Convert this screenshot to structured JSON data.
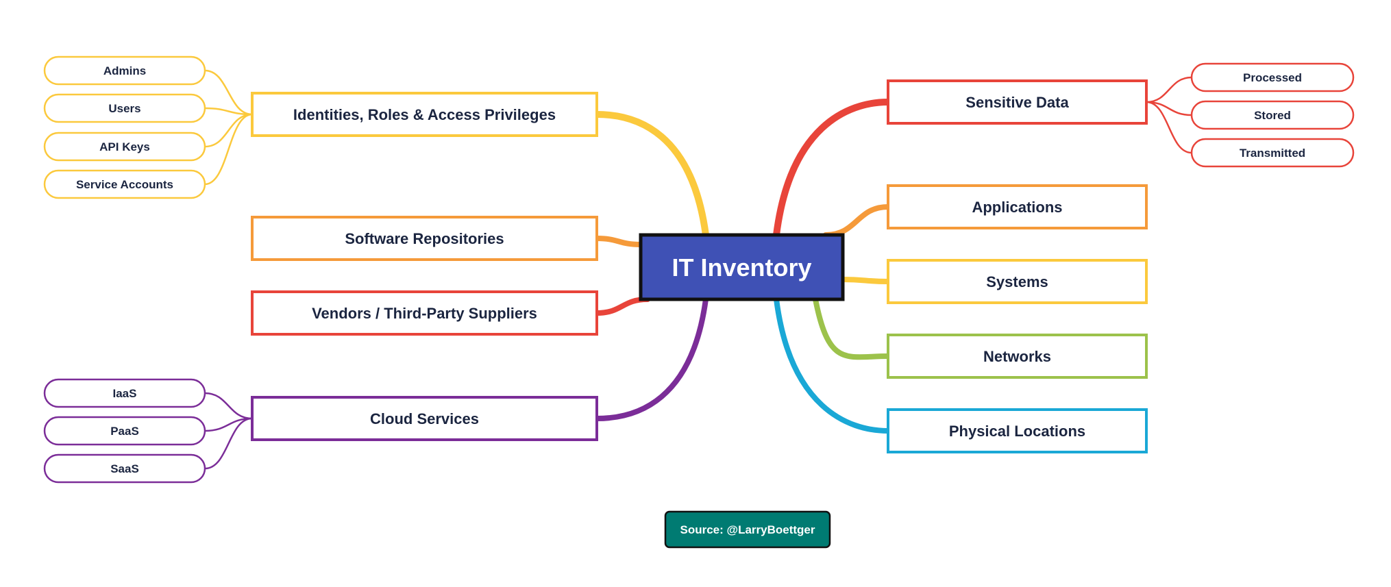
{
  "center": {
    "label": "IT Inventory",
    "fill": "#3f51b5"
  },
  "branches": [
    {
      "key": "identities",
      "label": "Identities, Roles & Access Privileges",
      "color": "#fbc93d",
      "children": [
        "Admins",
        "Users",
        "API Keys",
        "Service Accounts"
      ]
    },
    {
      "key": "software-repositories",
      "label": "Software Repositories",
      "color": "#f59a3a",
      "children": []
    },
    {
      "key": "vendors",
      "label": "Vendors / Third-Party Suppliers",
      "color": "#e8443a",
      "children": []
    },
    {
      "key": "cloud-services",
      "label": "Cloud Services",
      "color": "#7b2d98",
      "children": [
        "IaaS",
        "PaaS",
        "SaaS"
      ]
    },
    {
      "key": "sensitive-data",
      "label": "Sensitive Data",
      "color": "#e8443a",
      "children": [
        "Processed",
        "Stored",
        "Transmitted"
      ]
    },
    {
      "key": "applications",
      "label": "Applications",
      "color": "#f59a3a",
      "children": []
    },
    {
      "key": "systems",
      "label": "Systems",
      "color": "#fbc93d",
      "children": []
    },
    {
      "key": "networks",
      "label": "Networks",
      "color": "#9cc24b",
      "children": []
    },
    {
      "key": "physical-locations",
      "label": "Physical Locations",
      "color": "#1aa8d6",
      "children": []
    }
  ],
  "source": {
    "label": "Source: @LarryBoettger",
    "fill": "#007b72"
  }
}
